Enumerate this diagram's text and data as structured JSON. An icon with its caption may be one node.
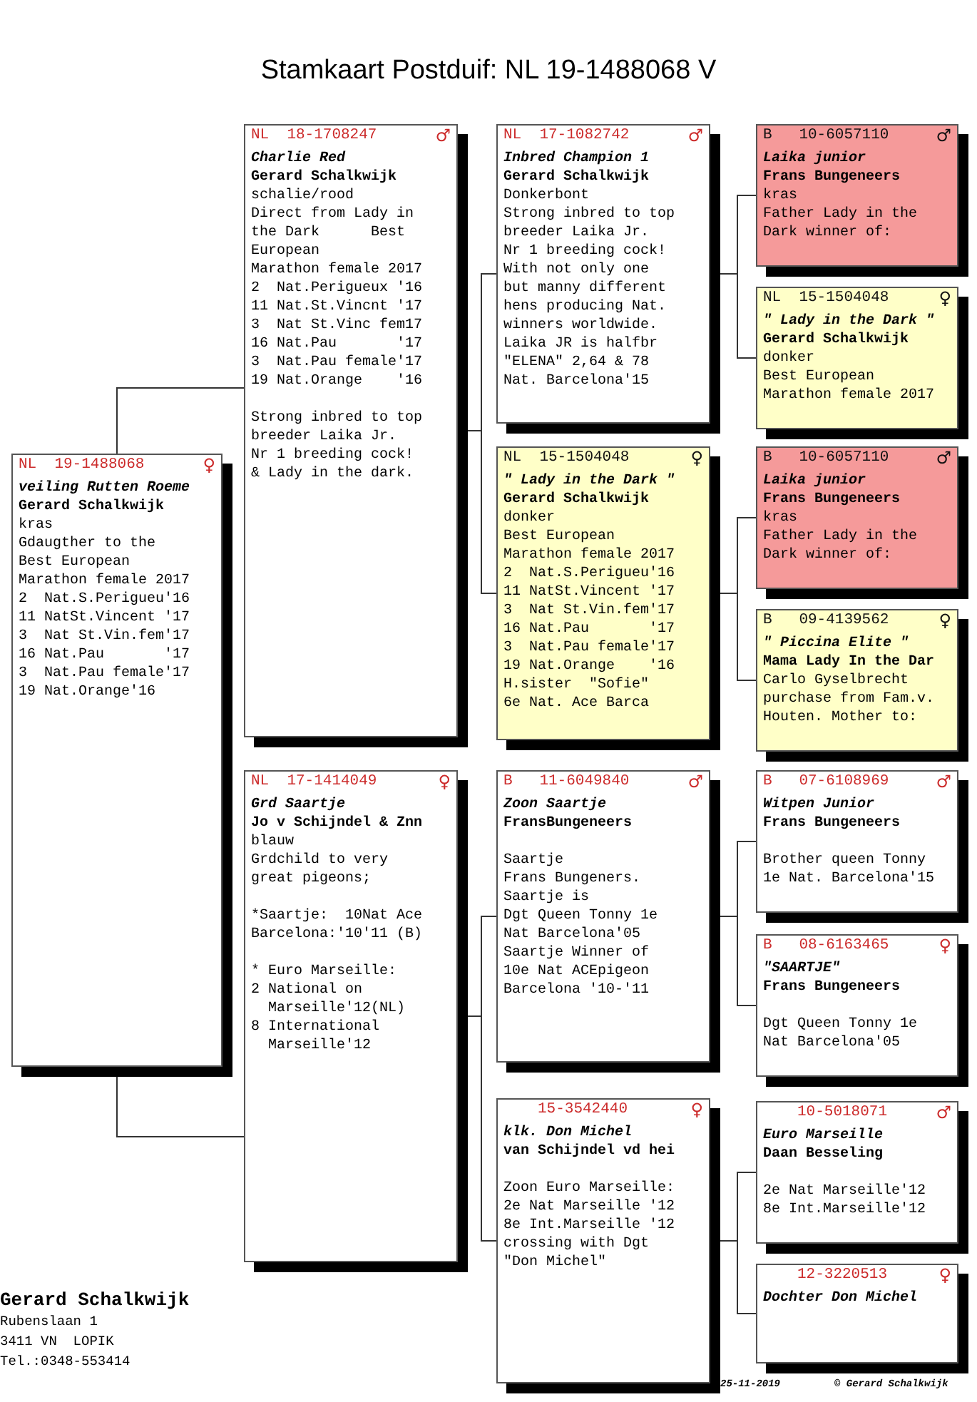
{
  "diagram": {
    "title": "Stamkaart Postduif: NL  19-1488068 V",
    "nodes": [
      {
        "text": [
          "NL  19-1488068",
          "♀",
          "veiling Rutten Roeme",
          "Gerard Schalkwijk",
          "kras",
          "Gdaugther to the",
          "Best European",
          "Marathon female 2017",
          "2  Nat.S.Perigueu'16",
          "11 NatSt.Vincent '17",
          "3  Nat St.Vin.fem'17",
          "16 Nat.Pau       '17",
          "3  Nat.Pau female'17",
          "19 Nat.Orange'16"
        ]
      },
      {
        "text": [
          "NL  18-1708247",
          "♂",
          "Charlie Red",
          "Gerard Schalkwijk",
          "schalie/rood",
          "Direct from Lady in",
          "the Dark      Best",
          "European",
          "Marathon female 2017",
          "2  Nat.Perigueux '16",
          "11 Nat.St.Vincnt '17",
          "3  Nat St.Vinc fem17",
          "16 Nat.Pau       '17",
          "3  Nat.Pau female'17",
          "19 Nat.Orange    '16",
          "Strong inbred to top",
          "breeder Laika Jr.",
          "Nr 1 breeding cock!",
          "& Lady in the dark."
        ]
      },
      {
        "text": [
          "NL  17-1414049",
          "♀",
          "Grd Saartje",
          "Jo v Schijndel & Znn",
          "blauw",
          "Grdchild to very",
          "great pigeons;",
          "*Saartje:  10Nat Ace",
          "Barcelona:'10'11 (B)",
          "* Euro Marseille:",
          "2 National on",
          "  Marseille'12(NL)",
          "8 International",
          "  Marseille'12"
        ]
      },
      {
        "text": [
          "NL  17-1082742",
          "♂",
          "Inbred Champion 1",
          "Gerard Schalkwijk",
          "Donkerbont",
          "Strong inbred to top",
          "breeder Laika Jr.",
          "Nr 1 breeding cock!",
          "With not only one",
          "but manny different",
          "hens producing Nat.",
          "winners worldwide.",
          "Laika JR is halfbr",
          "\"ELENA\" 2,64 & 78",
          "Nat. Barcelona'15"
        ]
      },
      {
        "text": [
          "NL  15-1504048",
          "♀",
          "\" Lady in the Dark \"",
          "Gerard Schalkwijk",
          "donker",
          "Best European",
          "Marathon female 2017",
          "2  Nat.S.Perigueu'16",
          "11 NatSt.Vincent '17",
          "3  Nat St.Vin.fem'17",
          "16 Nat.Pau       '17",
          "3  Nat.Pau female'17",
          "19 Nat.Orange    '16",
          "H.sister  \"Sofie\"",
          "6e Nat. Ace Barca"
        ]
      },
      {
        "text": [
          "B   11-6049840",
          "♂",
          "Zoon Saartje",
          "FransBungeneers",
          "Saartje",
          "Frans Bungeners.",
          "Saartje is",
          "Dgt Queen Tonny 1e",
          "Nat Barcelona'05",
          "Saartje Winner of",
          "10e Nat ACEpigeon",
          "Barcelona '10-'11"
        ]
      },
      {
        "text": [
          "15-3542440",
          "♀",
          "klk. Don Michel",
          "van Schijndel vd hei",
          "Zoon Euro Marseille:",
          "2e Nat Marseille '12",
          "8e Int.Marseille '12",
          "crossing with Dgt",
          "\"Don Michel\""
        ]
      },
      {
        "text": [
          "B   10-6057110",
          "♂",
          "Laika junior",
          "Frans Bungeneers",
          "kras",
          "Father Lady in the",
          "Dark winner of:"
        ]
      },
      {
        "text": [
          "NL  15-1504048",
          "♀",
          "\" Lady in the Dark \"",
          "Gerard Schalkwijk",
          "donker",
          "Best European",
          "Marathon female 2017"
        ]
      },
      {
        "text": [
          "B   10-6057110",
          "♂",
          "Laika junior",
          "Frans Bungeneers",
          "kras",
          "Father Lady in the",
          "Dark winner of:"
        ]
      },
      {
        "text": [
          "B   09-4139562",
          "♀",
          "\" Piccina Elite \"",
          "Mama Lady In the Dar",
          "Carlo Gyselbrecht",
          "purchase from Fam.v.",
          "Houten. Mother to:"
        ]
      },
      {
        "text": [
          "B   07-6108969",
          "♂",
          "Witpen Junior",
          "Frans Bungeneers",
          "Brother queen Tonny",
          "1e Nat. Barcelona'15"
        ]
      },
      {
        "text": [
          "B   08-6163465",
          "♀",
          "\"SAARTJE\"",
          "Frans Bungeneers",
          "Dgt Queen Tonny 1e",
          "Nat Barcelona'05"
        ]
      },
      {
        "text": [
          "10-5018071",
          "♂",
          "Euro Marseille",
          "Daan Besseling",
          "2e Nat Marseille'12",
          "8e Int.Marseille'12"
        ]
      },
      {
        "text": [
          "12-3220513",
          "♀",
          "Dochter Don Michel"
        ]
      }
    ],
    "edges": [
      {
        "from": 0,
        "to": 1,
        "arrow": "none"
      },
      {
        "from": 0,
        "to": 2,
        "arrow": "none"
      },
      {
        "from": 1,
        "to": 3,
        "arrow": "none"
      },
      {
        "from": 1,
        "to": 4,
        "arrow": "none"
      },
      {
        "from": 3,
        "to": 7,
        "arrow": "none"
      },
      {
        "from": 3,
        "to": 8,
        "arrow": "none"
      },
      {
        "from": 4,
        "to": 9,
        "arrow": "none"
      },
      {
        "from": 4,
        "to": 10,
        "arrow": "none"
      },
      {
        "from": 2,
        "to": 5,
        "arrow": "none"
      },
      {
        "from": 2,
        "to": 6,
        "arrow": "none"
      },
      {
        "from": 5,
        "to": 11,
        "arrow": "none"
      },
      {
        "from": 5,
        "to": 12,
        "arrow": "none"
      },
      {
        "from": 6,
        "to": 13,
        "arrow": "none"
      },
      {
        "from": 6,
        "to": 14,
        "arrow": "none"
      }
    ],
    "labels": [
      "Gerard Schalkwijk",
      "Rubenslaan 1",
      "3411 VN  LOPIK",
      "Tel.:0348-553414",
      "25-11-2019",
      "© Gerard Schalkwijk"
    ]
  }
}
